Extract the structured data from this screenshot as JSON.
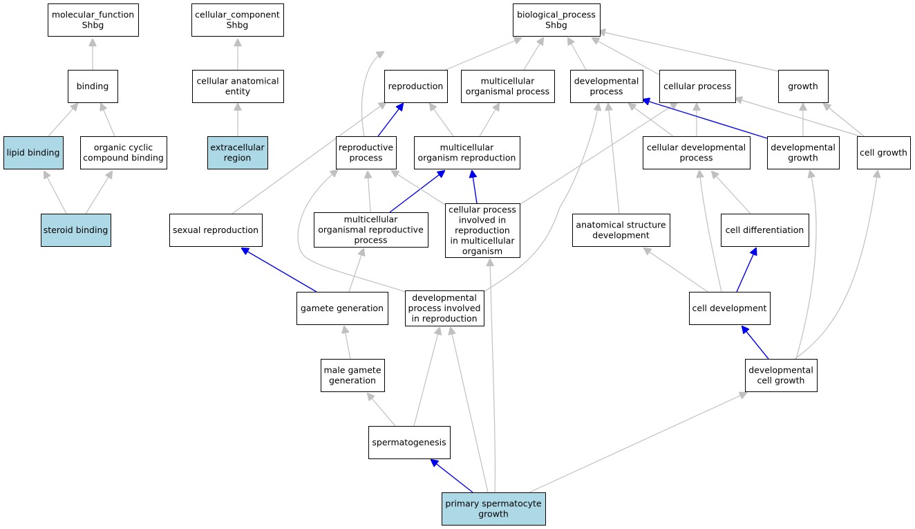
{
  "colors": {
    "node_default": "#ffffff",
    "node_highlight": "#add8e6",
    "edge_default": "#c0c0c0",
    "edge_highlight": "#0000ee",
    "border": "#000000"
  },
  "nodes": [
    {
      "id": "molecular_function",
      "lines": [
        "molecular_function",
        "Shbg"
      ],
      "highlight": false
    },
    {
      "id": "cellular_component",
      "lines": [
        "cellular_component",
        "Shbg"
      ],
      "highlight": false
    },
    {
      "id": "biological_process",
      "lines": [
        "biological_process",
        "Shbg"
      ],
      "highlight": false
    },
    {
      "id": "binding",
      "lines": [
        "binding"
      ],
      "highlight": false
    },
    {
      "id": "cellular_anatomical_entity",
      "lines": [
        "cellular anatomical",
        "entity"
      ],
      "highlight": false
    },
    {
      "id": "reproduction",
      "lines": [
        "reproduction"
      ],
      "highlight": false
    },
    {
      "id": "multicellular_organismal_process",
      "lines": [
        "multicellular",
        "organismal process"
      ],
      "highlight": false
    },
    {
      "id": "developmental_process",
      "lines": [
        "developmental",
        "process"
      ],
      "highlight": false
    },
    {
      "id": "cellular_process",
      "lines": [
        "cellular process"
      ],
      "highlight": false
    },
    {
      "id": "growth",
      "lines": [
        "growth"
      ],
      "highlight": false
    },
    {
      "id": "lipid_binding",
      "lines": [
        "lipid binding"
      ],
      "highlight": true
    },
    {
      "id": "organic_cyclic_compound_binding",
      "lines": [
        "organic cyclic",
        "compound binding"
      ],
      "highlight": false
    },
    {
      "id": "extracellular_region",
      "lines": [
        "extracellular",
        "region"
      ],
      "highlight": true
    },
    {
      "id": "reproductive_process",
      "lines": [
        "reproductive",
        "process"
      ],
      "highlight": false
    },
    {
      "id": "multicellular_organism_reproduction",
      "lines": [
        "multicellular",
        "organism reproduction"
      ],
      "highlight": false
    },
    {
      "id": "cellular_developmental_process",
      "lines": [
        "cellular developmental",
        "process"
      ],
      "highlight": false
    },
    {
      "id": "developmental_growth",
      "lines": [
        "developmental",
        "growth"
      ],
      "highlight": false
    },
    {
      "id": "cell_growth",
      "lines": [
        "cell growth"
      ],
      "highlight": false
    },
    {
      "id": "steroid_binding",
      "lines": [
        "steroid binding"
      ],
      "highlight": true
    },
    {
      "id": "sexual_reproduction",
      "lines": [
        "sexual reproduction"
      ],
      "highlight": false
    },
    {
      "id": "multicellular_organismal_reproductive_process",
      "lines": [
        "multicellular",
        "organismal reproductive",
        "process"
      ],
      "highlight": false
    },
    {
      "id": "cellular_process_involved_in_reproduction",
      "lines": [
        "cellular process",
        "involved in",
        "reproduction",
        "in multicellular",
        "organism"
      ],
      "highlight": false
    },
    {
      "id": "anatomical_structure_development",
      "lines": [
        "anatomical structure",
        "development"
      ],
      "highlight": false
    },
    {
      "id": "cell_differentiation",
      "lines": [
        "cell differentiation"
      ],
      "highlight": false
    },
    {
      "id": "gamete_generation",
      "lines": [
        "gamete generation"
      ],
      "highlight": false
    },
    {
      "id": "developmental_process_involved_in_reproduction",
      "lines": [
        "developmental",
        "process involved",
        "in reproduction"
      ],
      "highlight": false
    },
    {
      "id": "cell_development",
      "lines": [
        "cell development"
      ],
      "highlight": false
    },
    {
      "id": "male_gamete_generation",
      "lines": [
        "male gamete",
        "generation"
      ],
      "highlight": false
    },
    {
      "id": "developmental_cell_growth",
      "lines": [
        "developmental",
        "cell growth"
      ],
      "highlight": false
    },
    {
      "id": "spermatogenesis",
      "lines": [
        "spermatogenesis"
      ],
      "highlight": false
    },
    {
      "id": "primary_spermatocyte_growth",
      "lines": [
        "primary spermatocyte",
        "growth"
      ],
      "highlight": true
    }
  ],
  "edges": [
    {
      "from": "binding",
      "to": "molecular_function",
      "highlight": false
    },
    {
      "from": "lipid_binding",
      "to": "binding",
      "highlight": false
    },
    {
      "from": "organic_cyclic_compound_binding",
      "to": "binding",
      "highlight": false
    },
    {
      "from": "steroid_binding",
      "to": "lipid_binding",
      "highlight": false
    },
    {
      "from": "steroid_binding",
      "to": "organic_cyclic_compound_binding",
      "highlight": false
    },
    {
      "from": "cellular_anatomical_entity",
      "to": "cellular_component",
      "highlight": false
    },
    {
      "from": "extracellular_region",
      "to": "cellular_anatomical_entity",
      "highlight": false
    },
    {
      "from": "reproduction",
      "to": "biological_process",
      "highlight": false
    },
    {
      "from": "multicellular_organismal_process",
      "to": "biological_process",
      "highlight": false
    },
    {
      "from": "developmental_process",
      "to": "biological_process",
      "highlight": false
    },
    {
      "from": "cellular_process",
      "to": "biological_process",
      "highlight": false
    },
    {
      "from": "growth",
      "to": "biological_process",
      "highlight": false
    },
    {
      "from": "reproductive_process",
      "to": "biological_process",
      "highlight": false
    },
    {
      "from": "reproductive_process",
      "to": "reproduction",
      "highlight": true
    },
    {
      "from": "multicellular_organism_reproduction",
      "to": "reproduction",
      "highlight": false
    },
    {
      "from": "multicellular_organism_reproduction",
      "to": "multicellular_organismal_process",
      "highlight": false
    },
    {
      "from": "multicellular_organismal_reproductive_process",
      "to": "reproductive_process",
      "highlight": false
    },
    {
      "from": "multicellular_organismal_reproductive_process",
      "to": "multicellular_organism_reproduction",
      "highlight": true
    },
    {
      "from": "cellular_process_involved_in_reproduction",
      "to": "reproductive_process",
      "highlight": false
    },
    {
      "from": "cellular_process_involved_in_reproduction",
      "to": "multicellular_organism_reproduction",
      "highlight": true
    },
    {
      "from": "cellular_process_involved_in_reproduction",
      "to": "cellular_process",
      "highlight": false
    },
    {
      "from": "sexual_reproduction",
      "to": "reproduction",
      "highlight": false
    },
    {
      "from": "gamete_generation",
      "to": "sexual_reproduction",
      "highlight": true
    },
    {
      "from": "gamete_generation",
      "to": "multicellular_organismal_reproductive_process",
      "highlight": false
    },
    {
      "from": "developmental_process_involved_in_reproduction",
      "to": "reproductive_process",
      "highlight": false
    },
    {
      "from": "developmental_process_involved_in_reproduction",
      "to": "developmental_process",
      "highlight": false
    },
    {
      "from": "male_gamete_generation",
      "to": "gamete_generation",
      "highlight": false
    },
    {
      "from": "spermatogenesis",
      "to": "male_gamete_generation",
      "highlight": false
    },
    {
      "from": "spermatogenesis",
      "to": "developmental_process_involved_in_reproduction",
      "highlight": false
    },
    {
      "from": "primary_spermatocyte_growth",
      "to": "spermatogenesis",
      "highlight": true
    },
    {
      "from": "primary_spermatocyte_growth",
      "to": "developmental_process_involved_in_reproduction",
      "highlight": false
    },
    {
      "from": "primary_spermatocyte_growth",
      "to": "cellular_process_involved_in_reproduction",
      "highlight": false
    },
    {
      "from": "primary_spermatocyte_growth",
      "to": "developmental_cell_growth",
      "highlight": false
    },
    {
      "from": "cellular_developmental_process",
      "to": "developmental_process",
      "highlight": false
    },
    {
      "from": "cellular_developmental_process",
      "to": "cellular_process",
      "highlight": false
    },
    {
      "from": "developmental_growth",
      "to": "developmental_process",
      "highlight": true
    },
    {
      "from": "developmental_growth",
      "to": "growth",
      "highlight": false
    },
    {
      "from": "cell_growth",
      "to": "growth",
      "highlight": false
    },
    {
      "from": "cell_growth",
      "to": "cellular_process",
      "highlight": false
    },
    {
      "from": "anatomical_structure_development",
      "to": "developmental_process",
      "highlight": false
    },
    {
      "from": "cell_differentiation",
      "to": "cellular_developmental_process",
      "highlight": false
    },
    {
      "from": "cell_development",
      "to": "anatomical_structure_development",
      "highlight": false
    },
    {
      "from": "cell_development",
      "to": "cell_differentiation",
      "highlight": true
    },
    {
      "from": "cell_development",
      "to": "cellular_developmental_process",
      "highlight": false
    },
    {
      "from": "developmental_cell_growth",
      "to": "cell_development",
      "highlight": true
    },
    {
      "from": "developmental_cell_growth",
      "to": "developmental_growth",
      "highlight": false
    },
    {
      "from": "developmental_cell_growth",
      "to": "cell_growth",
      "highlight": false
    }
  ]
}
